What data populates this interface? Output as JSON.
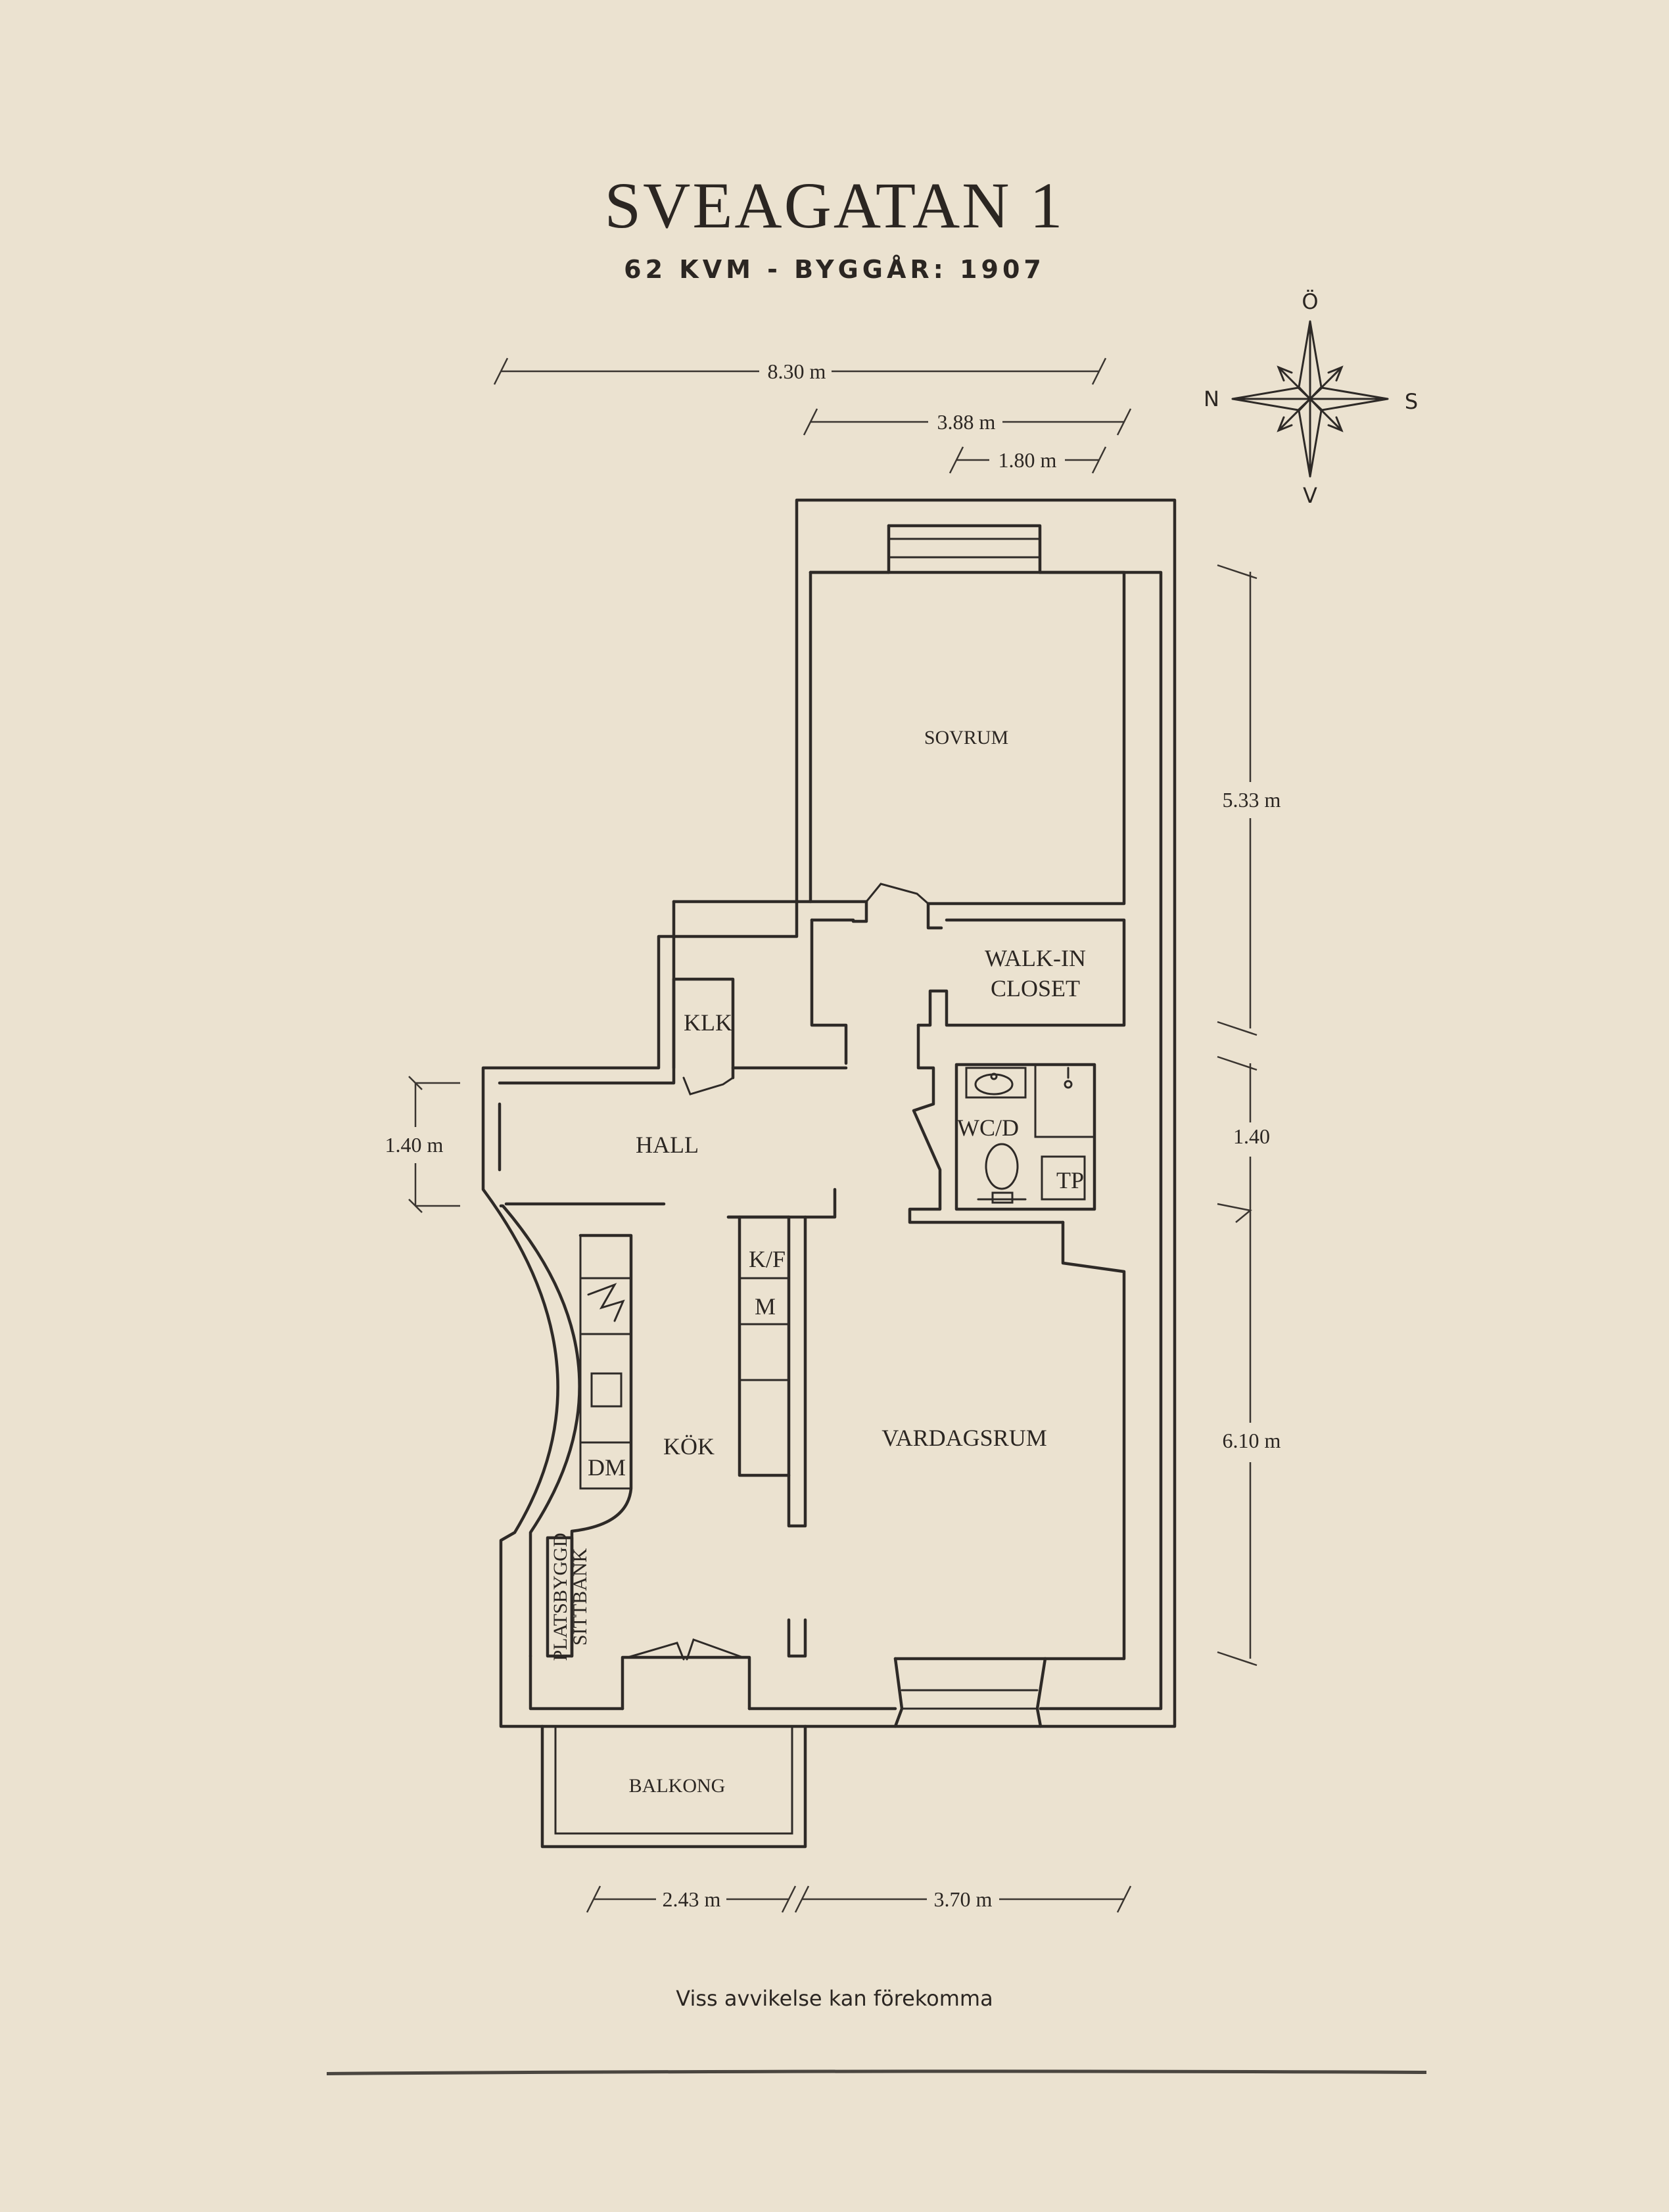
{
  "header": {
    "title": "SVEAGATAN 1",
    "subtitle": "62 KVM  -  BYGGÅR: 1907"
  },
  "rooms": {
    "sovrum": "SOVRUM",
    "walkin_line1": "WALK-IN",
    "walkin_line2": "CLOSET",
    "klk": "KLK",
    "hall": "HALL",
    "wcd": "WC/D",
    "tp": "TP",
    "kf": "K/F",
    "m": "M",
    "kok": "KÖK",
    "dm": "DM",
    "vardagsrum": "VARDAGSRUM",
    "sitbank_line1": "PLATSBYGGD",
    "sitbank_line2": "SITTBANK",
    "balkong": "BALKONG"
  },
  "dimensions": {
    "total_width": "8.30 m",
    "right_width": "3.88 m",
    "window_width": "1.80 m",
    "sovrum_depth": "5.33 m",
    "mid_depth": "1.40",
    "hall_depth": "1.40 m",
    "vardagsrum_depth": "6.10 m",
    "balkong_width": "2.43 m",
    "vardagsrum_width": "3.70 m"
  },
  "compass": {
    "top": "Ö",
    "left": "N",
    "right": "S",
    "bottom": "V",
    "icon": "compass-rose-icon"
  },
  "footer": {
    "note": "Viss avvikelse kan förekomma"
  }
}
